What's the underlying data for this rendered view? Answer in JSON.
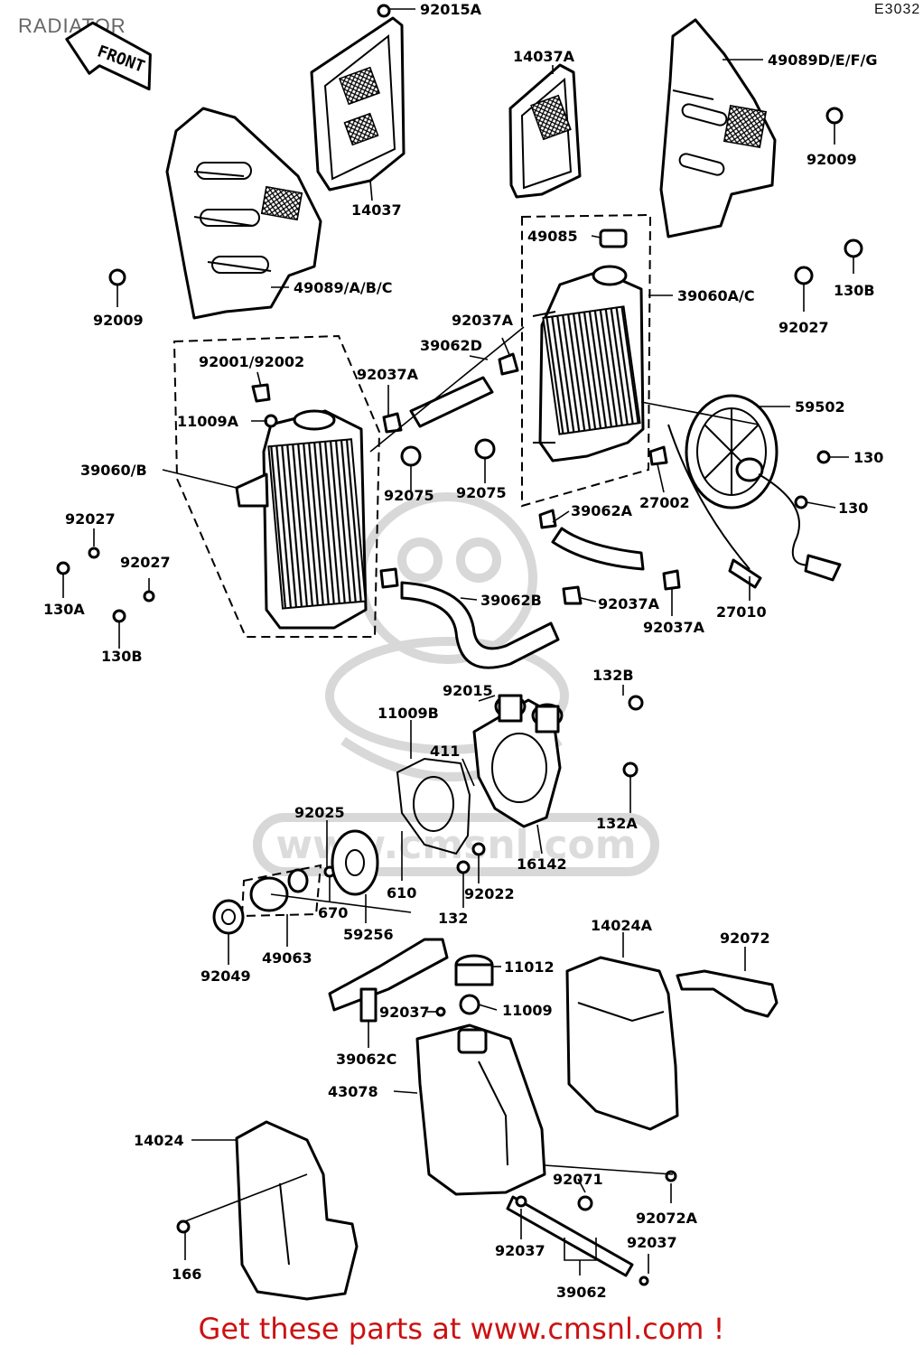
{
  "diagram": {
    "title": "RADIATOR",
    "ref_code": "E3032",
    "front_label": "FRONT",
    "watermark_text": "www.cmsnl.com",
    "footer": "Get these parts at www.cmsnl.com !",
    "footer_color": "#cc1111",
    "part_labels": [
      "92015A",
      "14037A",
      "49089D/E/F/G",
      "92009",
      "14037",
      "49085",
      "130B",
      "39060A/C",
      "92027",
      "49089/A/B/C",
      "92009",
      "92037A",
      "39062D",
      "92001/92002",
      "92037A",
      "11009A",
      "59502",
      "39060/B",
      "130",
      "92075",
      "92075",
      "27002",
      "130",
      "92027",
      "39062A",
      "92027",
      "130A",
      "39062B",
      "92037A",
      "27010",
      "130B",
      "92037A",
      "92015",
      "132B",
      "11009B",
      "411",
      "132A",
      "92025",
      "16142",
      "610",
      "92022",
      "670",
      "132",
      "59256",
      "92049",
      "49063",
      "14024A",
      "92072",
      "11012",
      "92037",
      "11009",
      "39062C",
      "43078",
      "14024",
      "92071",
      "92072A",
      "92037",
      "92037",
      "166",
      "39062"
    ]
  }
}
